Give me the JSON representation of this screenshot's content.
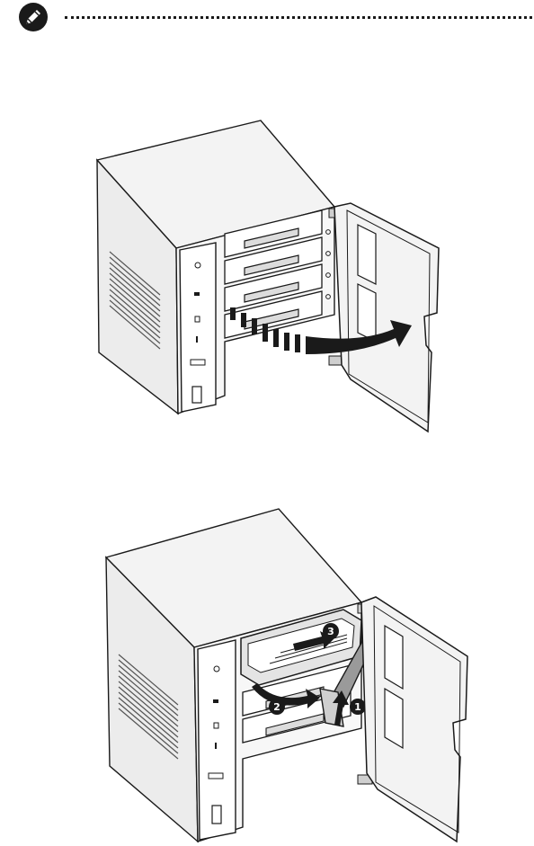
{
  "note": {
    "icon": "note-pencil-icon"
  },
  "figures": [
    {
      "id": "figure-open-door",
      "step_arrow": "swing-arrow"
    },
    {
      "id": "figure-remove-tray",
      "step_markers": [
        "1",
        "2",
        "3"
      ]
    }
  ],
  "colors": {
    "ink": "#1a1a1a",
    "fill_light": "#e9e9e9",
    "fill_mid": "#cfcfcf",
    "fill_dark": "#9a9a9a"
  }
}
